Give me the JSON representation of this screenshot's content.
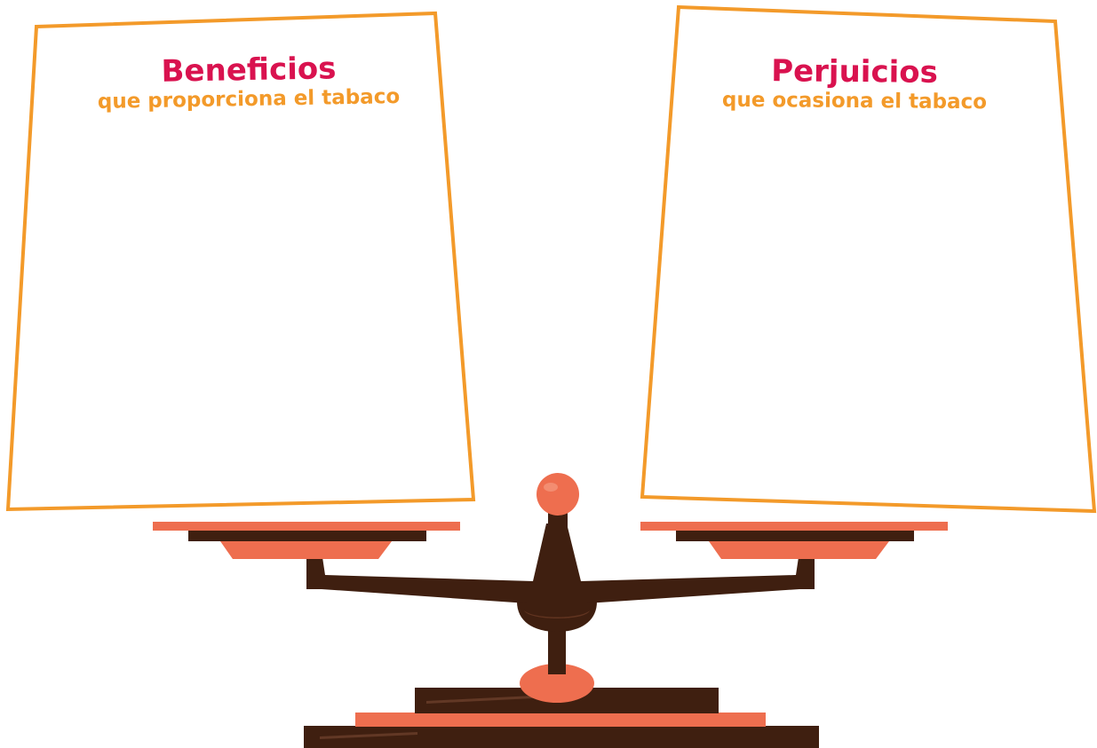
{
  "colors": {
    "frame": "#f39a2a",
    "title": "#d9124f",
    "subtitle": "#f39a2a",
    "scale_dark": "#3f1f10",
    "scale_light": "#ee6e4f",
    "paper": "#ffffff"
  },
  "left_panel": {
    "title": "Beneficios",
    "subtitle": "que proporciona el tabaco"
  },
  "right_panel": {
    "title": "Perjuicios",
    "subtitle": "que ocasiona el tabaco"
  },
  "illustration": {
    "icon": "balance-scale-icon"
  }
}
